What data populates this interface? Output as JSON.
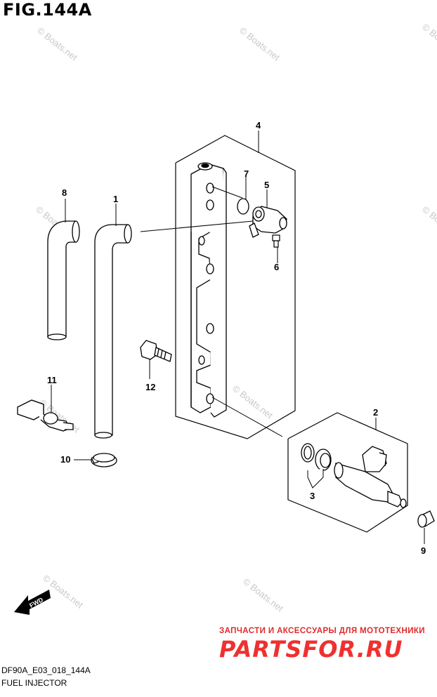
{
  "figure": {
    "title": "FIG.144A",
    "model_code": "DF90A_E03_018_144A",
    "caption": "FUEL INJECTOR"
  },
  "watermark": "© Boats.net",
  "callouts": [
    "1",
    "2",
    "3",
    "4",
    "5",
    "6",
    "7",
    "8",
    "9",
    "10",
    "11",
    "12"
  ],
  "direction_label": "FWD",
  "shop": {
    "tagline": "ЗАПЧАСТИ И АКСЕССУАРЫ ДЛЯ МОТОТЕХНИКИ",
    "brand": "PARTSFOR.RU",
    "brand_color": "#f03030"
  }
}
